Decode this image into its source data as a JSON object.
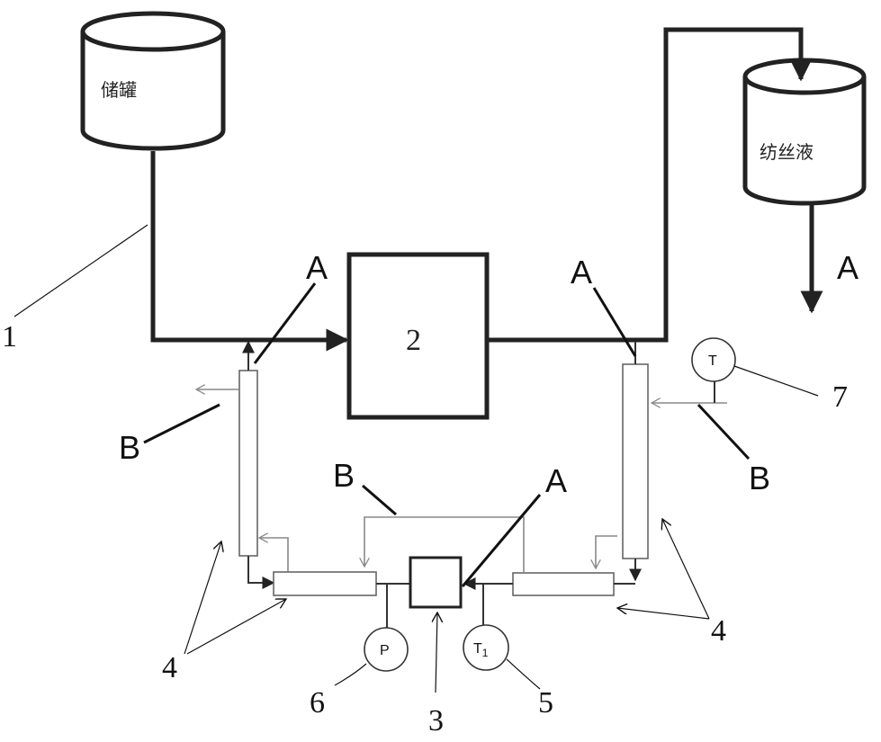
{
  "tanks": {
    "storage_label": "储罐",
    "spinning_label": "纺丝液"
  },
  "box": {
    "main_label": "2"
  },
  "gauges": {
    "pressure_label": "P",
    "temp1_label": "T",
    "temp1_sub": "1",
    "temp_label": "T"
  },
  "labels": {
    "a1": "A",
    "a2": "A",
    "a3": "A",
    "a4": "A",
    "b1": "B",
    "b2": "B",
    "b3": "B",
    "n1": "1",
    "n3": "3",
    "n4_left": "4",
    "n4_right": "4",
    "n5": "5",
    "n6": "6",
    "n7": "7"
  }
}
